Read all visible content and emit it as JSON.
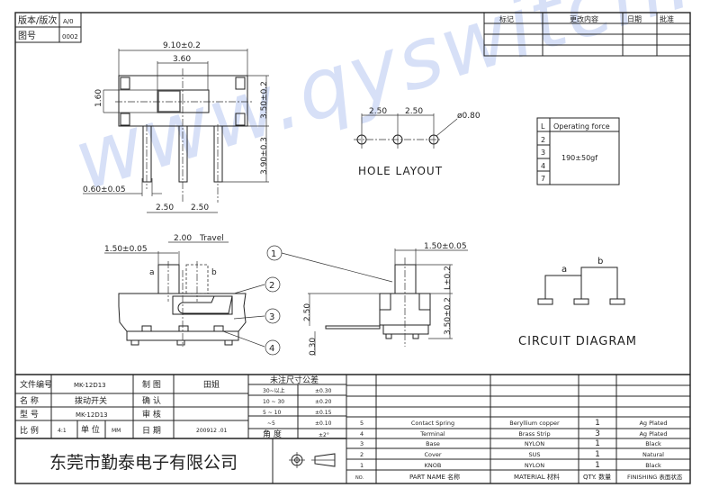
{
  "header": {
    "version_label": "版本/版次",
    "version_value": "A/0",
    "drawing_no_label": "图号",
    "drawing_no_value": "0002"
  },
  "revision_table": {
    "headers": [
      "标记",
      "更改内容",
      "日期",
      "批准"
    ]
  },
  "watermark": "www.qyswitch.com",
  "top_view": {
    "width": "9.10±0.2",
    "slot": "3.60",
    "knob": "1.60",
    "height": "3.50±0.2",
    "pin_length": "3.90±0.3",
    "pin_width": "0.60±0.05",
    "pitch_1": "2.50",
    "pitch_2": "2.50"
  },
  "hole_layout": {
    "title": "HOLE LAYOUT",
    "pitch_1": "2.50",
    "pitch_2": "2.50",
    "diameter": "ø0.80"
  },
  "operating_force": {
    "col_l": "L",
    "col_force": "Operating force",
    "lengths": [
      "2",
      "3",
      "4",
      "7"
    ],
    "value": "190±50gf"
  },
  "front_view": {
    "knob_width": "1.50±0.05",
    "travel": "2.00",
    "travel_label": "Travel",
    "pos_a": "a",
    "pos_b": "b",
    "callouts": [
      "1",
      "2",
      "3",
      "4"
    ]
  },
  "side_view": {
    "knob_width": "1.50±0.05",
    "knob_height": "L±0.2",
    "body_height": "3.50±0.2",
    "lead_height": "2.50",
    "lead_thickness": "0.30"
  },
  "circuit": {
    "title": "CIRCUIT DIAGRAM",
    "a": "a",
    "b": "b"
  },
  "title_block": {
    "file_no_label": "文件编号",
    "file_no": "MK-12D13",
    "name_label": "名 称",
    "name": "拨动开关",
    "model_label": "型 号",
    "model": "MK-12D13",
    "scale_label": "比 例",
    "scale": "4:1",
    "unit_label": "单 位",
    "unit": "MM",
    "drawn_label": "制 图",
    "drawn": "田姐",
    "confirm_label": "确 认",
    "review_label": "审 核",
    "date_label": "日 期",
    "date": "200912 .01",
    "company": "东莞市勤泰电子有限公司",
    "tolerance_title": "未注尺寸公差",
    "tolerances": [
      [
        "30~以上",
        "±0.30"
      ],
      [
        "10 ~ 30",
        "±0.20"
      ],
      [
        "5 ~ 10",
        "±0.15"
      ],
      [
        "~5",
        "±0.10"
      ]
    ],
    "angle_label": "角 度",
    "angle": "±2°"
  },
  "bom": {
    "headers": [
      "NO.",
      "PART NAME 名称",
      "MATERIAL 材料",
      "QTY. 数量",
      "FINISHING 表面状态"
    ],
    "rows": [
      [
        "5",
        "Contact Spring",
        "Beryllium copper",
        "1",
        "Ag Plated"
      ],
      [
        "4",
        "Terminal",
        "Brass Strip",
        "3",
        "Ag Plated"
      ],
      [
        "3",
        "Base",
        "NYLON",
        "1",
        "Black"
      ],
      [
        "2",
        "Cover",
        "SUS",
        "1",
        "Natural"
      ],
      [
        "1",
        "KNOB",
        "NYLON",
        "1",
        "Black"
      ]
    ]
  }
}
